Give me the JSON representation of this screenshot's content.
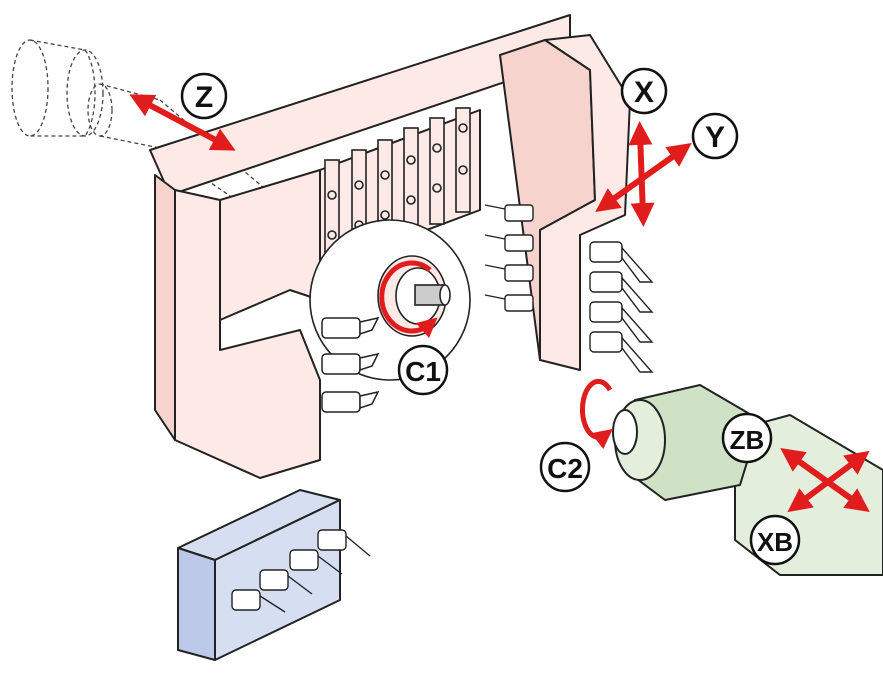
{
  "labels": {
    "z": "Z",
    "x": "X",
    "y": "Y",
    "c1": "C1",
    "c2": "C2",
    "zb": "ZB",
    "xb": "XB"
  },
  "colors": {
    "outline": "#222222",
    "main_body": "#fde9e6",
    "main_body_shade": "#f6d3cd",
    "sub_spindle": "#e3efdc",
    "sub_spindle_shade": "#cfe2c5",
    "lower_block": "#d6def2",
    "lower_block_shade": "#bcc9e8",
    "arrow_red": "#e01c1c",
    "tool_fill": "#ffffff",
    "dashed": "#444444"
  }
}
